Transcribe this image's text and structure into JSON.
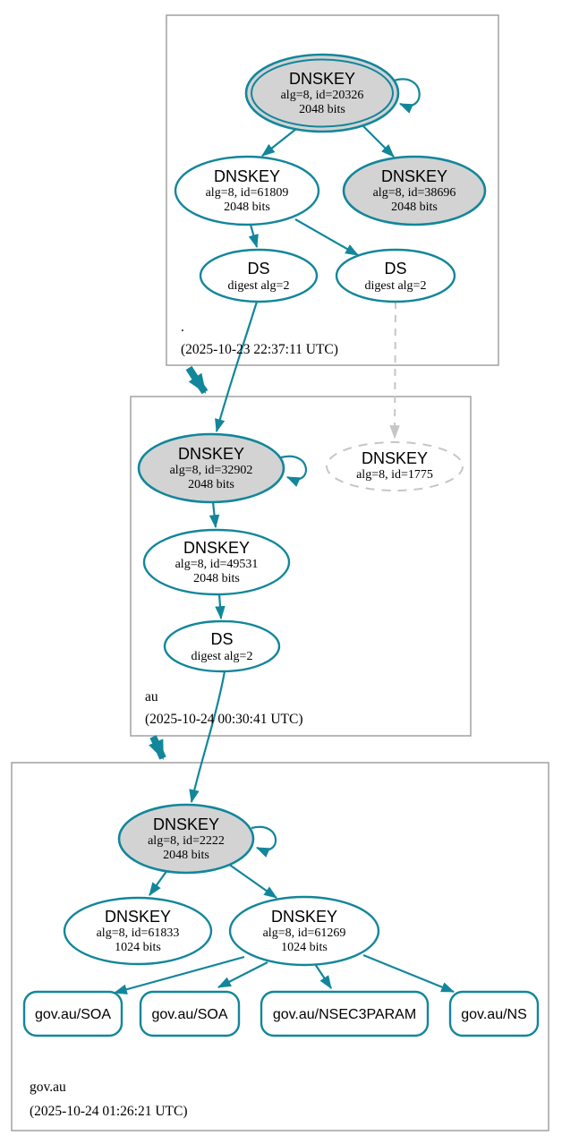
{
  "colors": {
    "secure_teal": "#12869b",
    "ksk_fill_gray": "#d3d3d3",
    "insecure_gray": "#c6c6c6",
    "zone_border_gray": "#9b9b9b",
    "text_black": "#000000"
  },
  "zones": {
    "root": {
      "label": ".",
      "timestamp": "(2025-10-23 22:37:11 UTC)",
      "nodes": {
        "ksk_20326": {
          "title": "DNSKEY",
          "meta": "alg=8, id=20326",
          "bits": "2048 bits"
        },
        "zsk_61809": {
          "title": "DNSKEY",
          "meta": "alg=8, id=61809",
          "bits": "2048 bits"
        },
        "ksk_38696": {
          "title": "DNSKEY",
          "meta": "alg=8, id=38696",
          "bits": "2048 bits"
        },
        "ds_left": {
          "title": "DS",
          "meta": "digest alg=2"
        },
        "ds_right": {
          "title": "DS",
          "meta": "digest alg=2"
        }
      }
    },
    "au": {
      "label": "au",
      "timestamp": "(2025-10-24 00:30:41 UTC)",
      "nodes": {
        "ksk_32902": {
          "title": "DNSKEY",
          "meta": "alg=8, id=32902",
          "bits": "2048 bits"
        },
        "dnskey_1775": {
          "title": "DNSKEY",
          "meta": "alg=8, id=1775"
        },
        "zsk_49531": {
          "title": "DNSKEY",
          "meta": "alg=8, id=49531",
          "bits": "2048 bits"
        },
        "ds": {
          "title": "DS",
          "meta": "digest alg=2"
        }
      }
    },
    "govau": {
      "label": "gov.au",
      "timestamp": "(2025-10-24 01:26:21 UTC)",
      "nodes": {
        "ksk_2222": {
          "title": "DNSKEY",
          "meta": "alg=8, id=2222",
          "bits": "2048 bits"
        },
        "zsk_61833": {
          "title": "DNSKEY",
          "meta": "alg=8, id=61833",
          "bits": "1024 bits"
        },
        "zsk_61269": {
          "title": "DNSKEY",
          "meta": "alg=8, id=61269",
          "bits": "1024 bits"
        },
        "rrset_soa1": {
          "label": "gov.au/SOA"
        },
        "rrset_soa2": {
          "label": "gov.au/SOA"
        },
        "rrset_nsec3param": {
          "label": "gov.au/NSEC3PARAM"
        },
        "rrset_ns": {
          "label": "gov.au/NS"
        }
      }
    }
  }
}
